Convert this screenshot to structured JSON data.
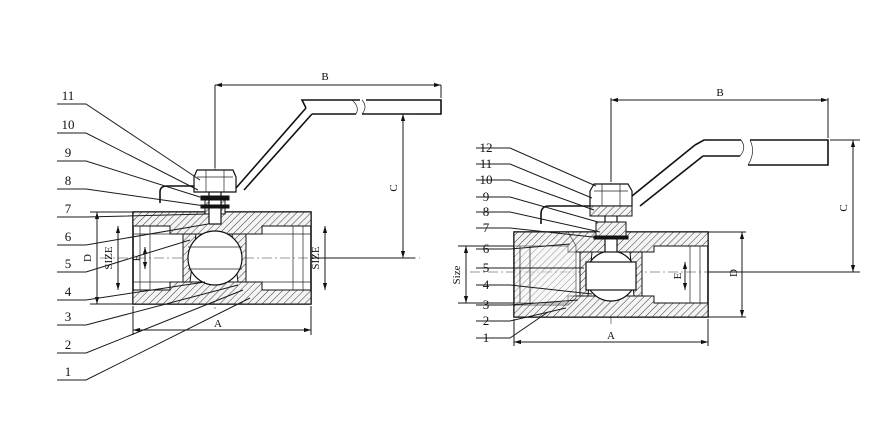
{
  "left_view": {
    "part_numbers": [
      "11",
      "10",
      "9",
      "8",
      "7",
      "6",
      "5",
      "4",
      "3",
      "2",
      "1"
    ],
    "dimensions": {
      "A": "A",
      "B": "B",
      "C": "C",
      "D": "D",
      "E": "E",
      "size_right": "SIZE",
      "size_left": "SIZE"
    }
  },
  "right_view": {
    "part_numbers": [
      "12",
      "11",
      "10",
      "9",
      "8",
      "7",
      "6",
      "5",
      "4",
      "3",
      "2",
      "1"
    ],
    "dimensions": {
      "A": "A",
      "B": "B",
      "C": "C",
      "D": "D",
      "E": "E",
      "size": "Size"
    }
  }
}
